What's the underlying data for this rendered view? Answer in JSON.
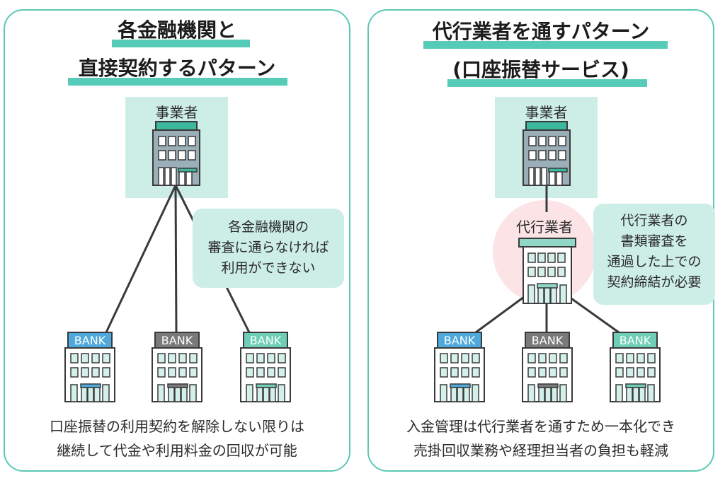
{
  "left_panel": {
    "title_lines": [
      "各金融機関と",
      "直接契約するパターン"
    ],
    "business_label": "事業者",
    "note_lines": [
      "各金融機関の",
      "審査に通らなければ",
      "利用ができない"
    ],
    "banks": [
      {
        "label": "BANK",
        "color": "#4fa9dc"
      },
      {
        "label": "BANK",
        "color": "#7a7a7a"
      },
      {
        "label": "BANK",
        "color": "#6fcfb6"
      }
    ],
    "caption_lines": [
      "口座振替の利用契約を解除しない限りは",
      "継続して代金や利用料金の回収が可能"
    ]
  },
  "right_panel": {
    "title_lines": [
      "代行業者を通すパターン",
      "(口座振替サービス)"
    ],
    "business_label": "事業者",
    "agent_label": "代行業者",
    "note_lines": [
      "代行業者の",
      "書類審査を",
      "通過した上での",
      "契約締結が必要"
    ],
    "banks": [
      {
        "label": "BANK",
        "color": "#4fa9dc"
      },
      {
        "label": "BANK",
        "color": "#7a7a7a"
      },
      {
        "label": "BANK",
        "color": "#6fcfb6"
      }
    ],
    "caption_lines": [
      "入金管理は代行業者を通すため一本化でき",
      "売掛回収業務や経理担当者の負担も軽減"
    ]
  },
  "colors": {
    "accent": "#56cbb7",
    "panel_border": "#5cc9b5",
    "mint_bg": "#cdeee7",
    "agent_circle": "#fbe3e6",
    "building_gray": "#9aafb8",
    "outline": "#3a3a3a"
  }
}
